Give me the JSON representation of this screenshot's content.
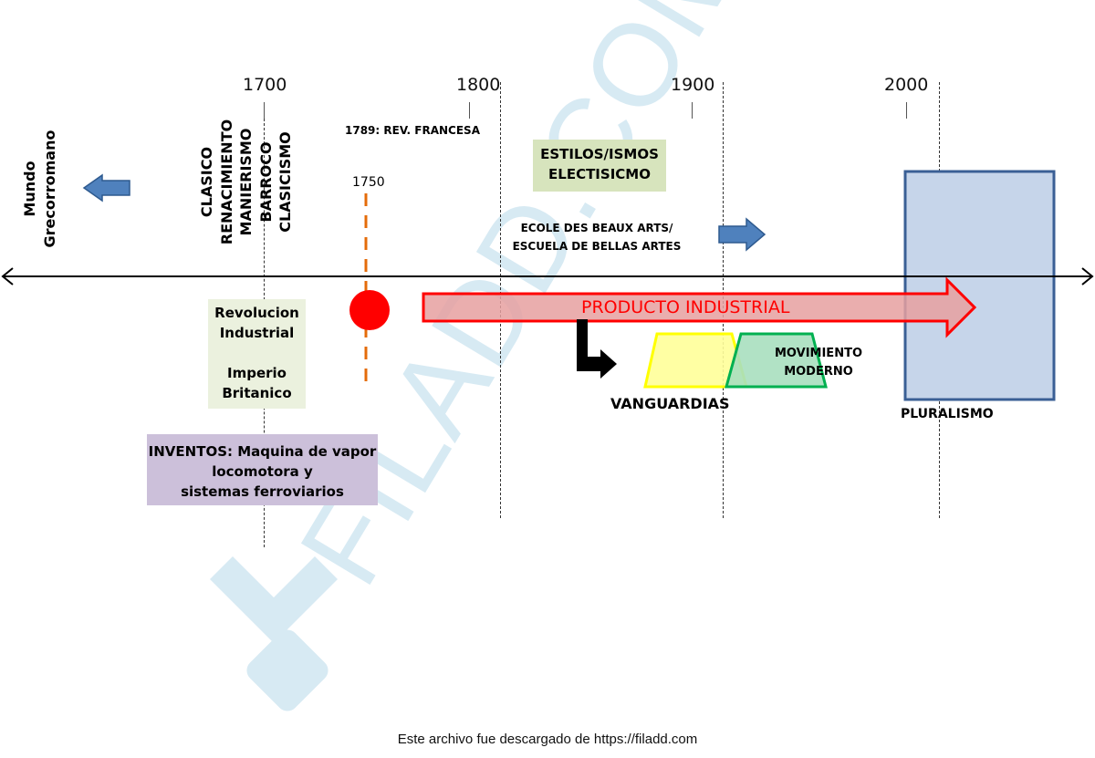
{
  "years": [
    "1700",
    "1800",
    "1900",
    "2000"
  ],
  "left_label": {
    "line1": "Mundo",
    "line2": "Grecorromano"
  },
  "periods": [
    "CLASICO",
    "RENACIMIENTO",
    "MANIERISMO",
    "BARROCO",
    "CLASICISMO"
  ],
  "rev_francesa": "1789: REV. FRANCESA",
  "year_1750": "1750",
  "estilos": {
    "line1": "ESTILOS/ISMOS",
    "line2": "ELECTISICMO"
  },
  "ecole": {
    "line1": "ECOLE DES BEAUX ARTS/",
    "line2": "ESCUELA DE BELLAS ARTES"
  },
  "revolucion": {
    "line1": "Revolucion",
    "line2": "Industrial",
    "line3": "Imperio",
    "line4": "Britanico"
  },
  "producto": "PRODUCTO INDUSTRIAL",
  "movimiento": {
    "line1": "MOVIMIENTO",
    "line2": "MODERNO"
  },
  "vanguardias": "VANGUARDIAS",
  "pluralismo": "PLURALISMO",
  "inventos": {
    "line1": "INVENTOS: Maquina de vapor",
    "line2": "locomotora y",
    "line3": "sistemas ferroviarios"
  },
  "watermark": "FILADD.COM",
  "footer": "Este archivo fue descargado de https://filadd.com",
  "colors": {
    "blue_arrow": "#4f81bd",
    "blue_arrow_edge": "#2e5a8f",
    "red": "#ff0000",
    "product_fill": "#e6a0a0",
    "green_box": "#d7e4bd",
    "pale_green_box": "#ebf1de",
    "purple_box": "#ccc0da",
    "pluralismo_box": "#c6d5ea",
    "pluralismo_edge": "#3a5f95",
    "yellow": "#ffff99",
    "yellow_edge": "#ffff00",
    "green_trap": "#a9dfbf",
    "green_trap_edge": "#00b050",
    "orange_dash": "#e46c0a",
    "watermark": "#d7eaf3"
  }
}
